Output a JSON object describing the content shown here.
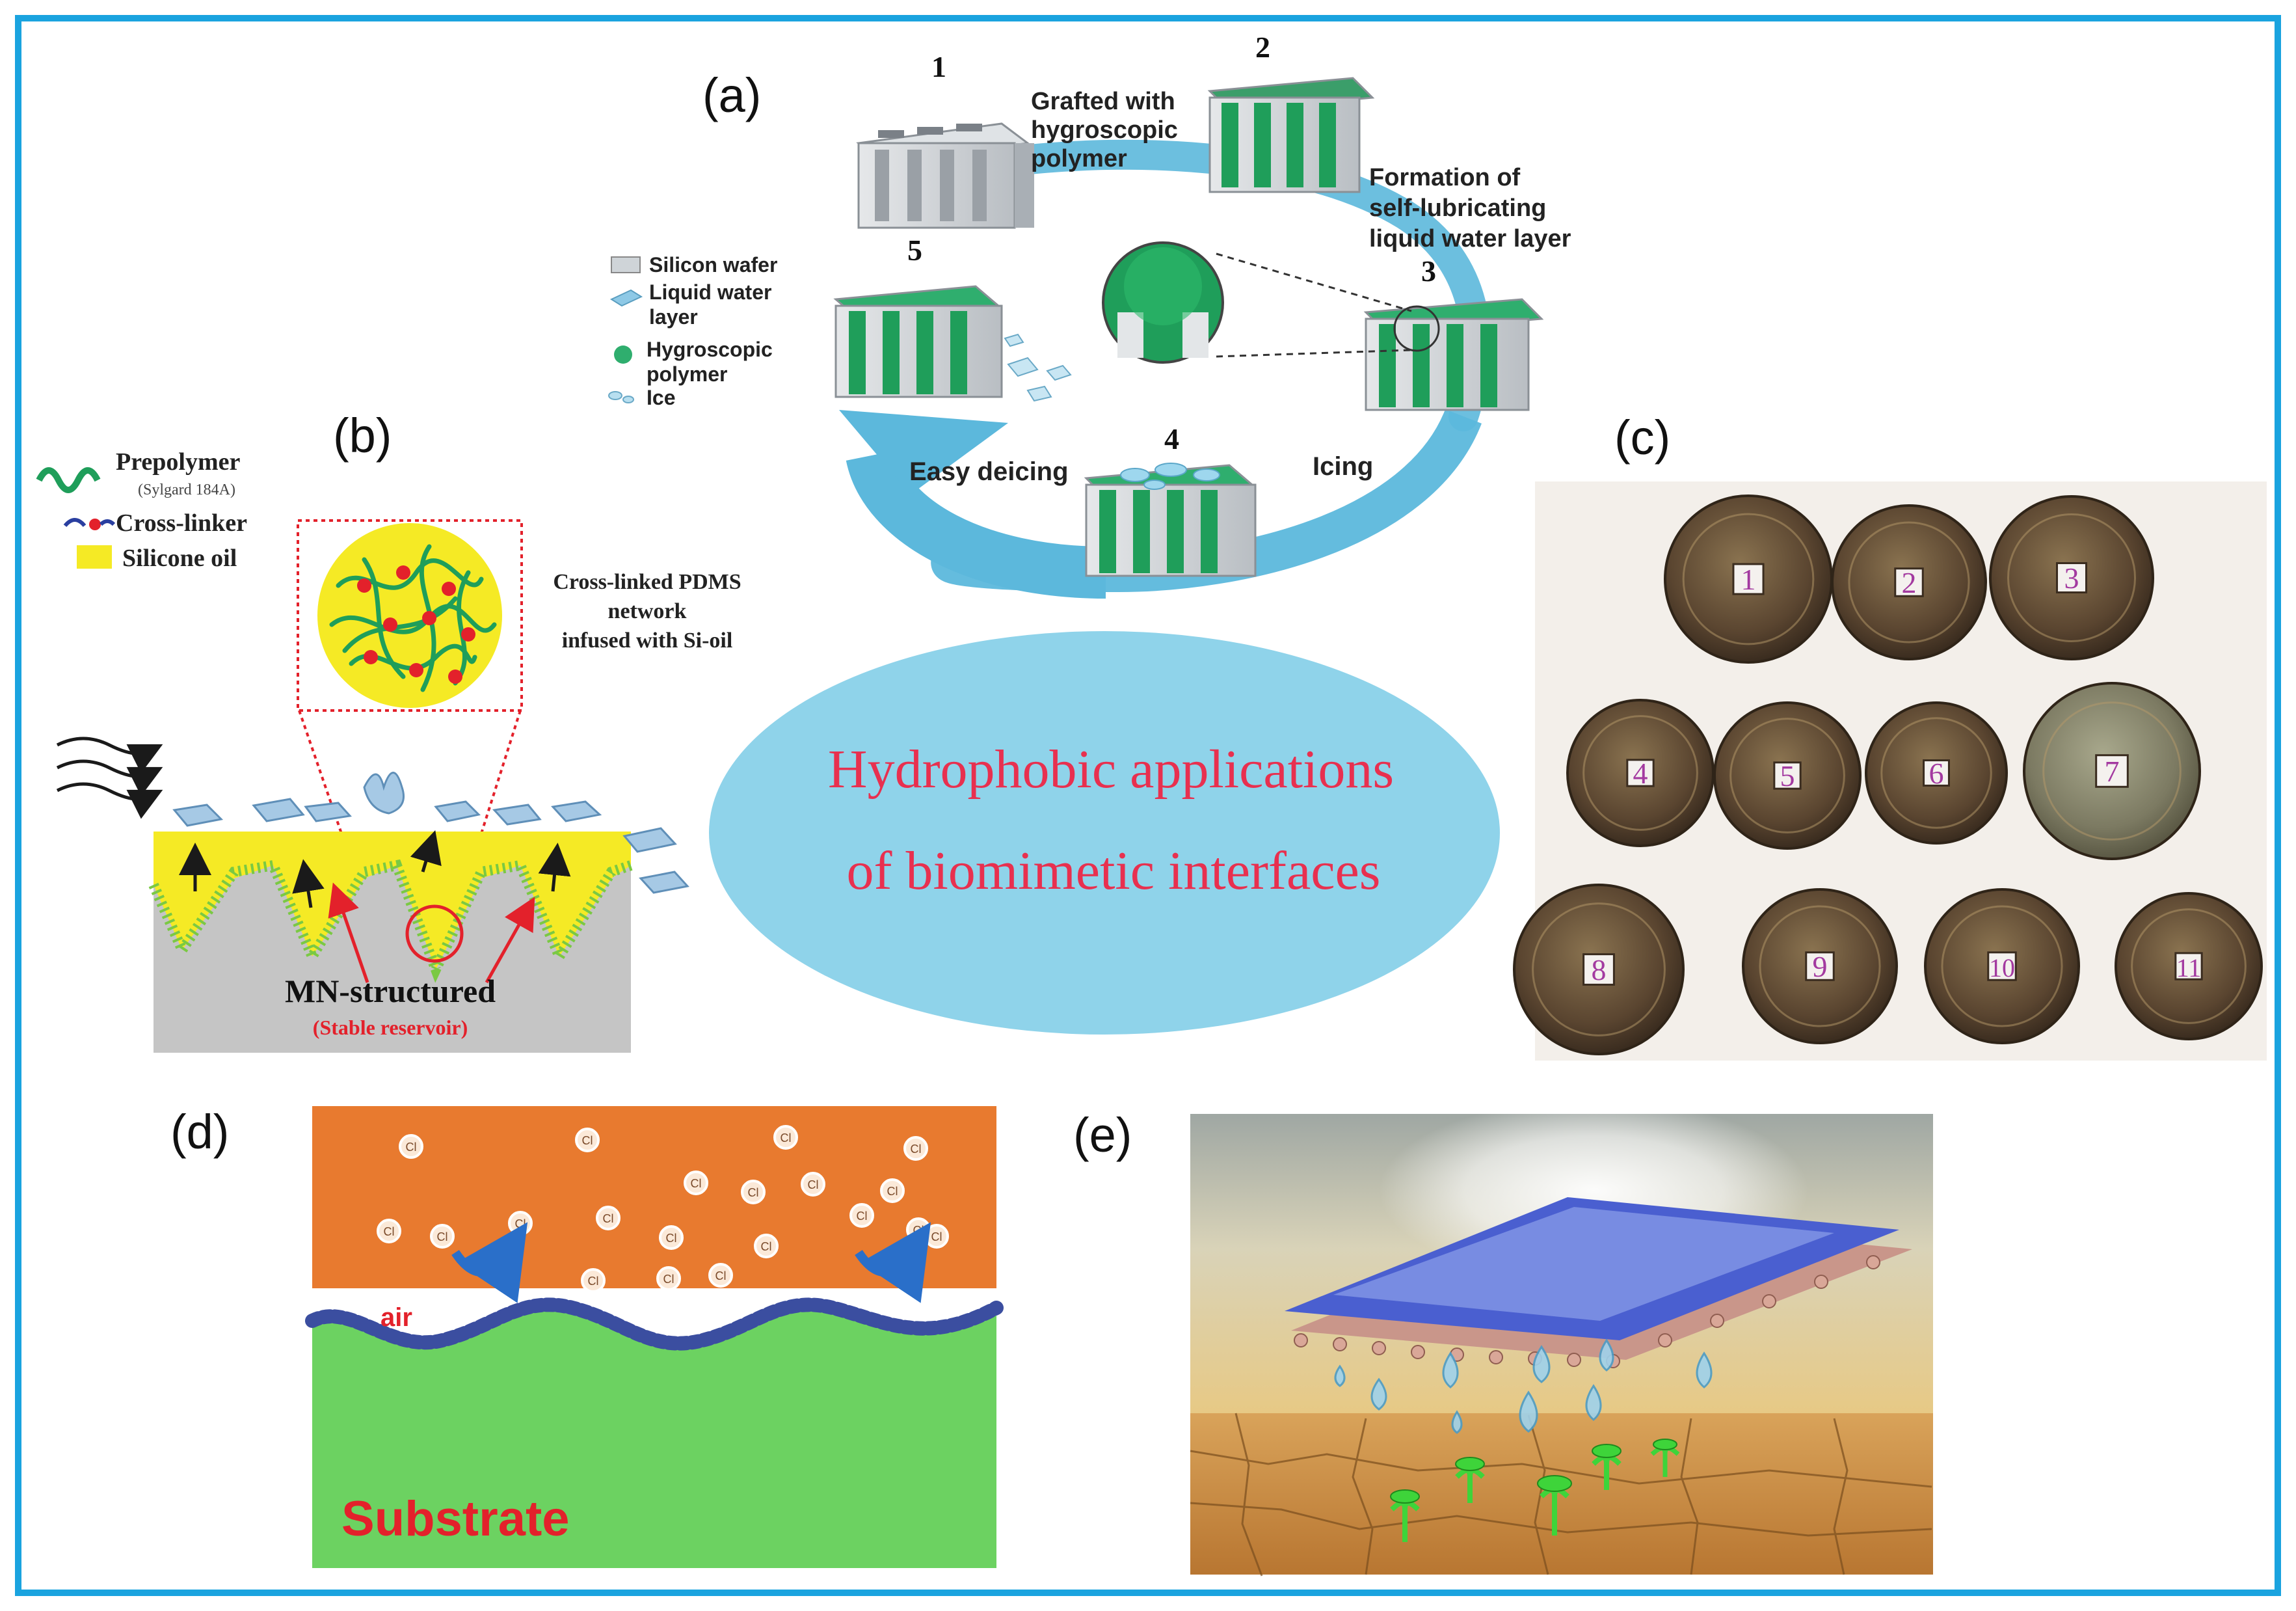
{
  "panel_labels": {
    "a": "(a)",
    "b": "(b)",
    "c": "(c)",
    "d": "(d)",
    "e": "(e)"
  },
  "center": {
    "line1": "Hydrophobic applications",
    "line2": "of biomimetic interfaces"
  },
  "panel_a": {
    "steps": [
      "1",
      "2",
      "3",
      "4",
      "5"
    ],
    "grafted": [
      "Grafted with",
      "hygroscopic",
      "polymer"
    ],
    "formation": [
      "Formation of",
      "self-lubricating",
      "liquid water layer"
    ],
    "icing": "Icing",
    "deicing": "Easy deicing",
    "legend": {
      "silicon": "Silicon wafer",
      "water": [
        "Liquid water",
        "layer"
      ],
      "polymer": [
        "Hygroscopic",
        "polymer"
      ],
      "ice": "Ice"
    }
  },
  "panel_b": {
    "legend": {
      "prepolymer": "Prepolymer",
      "sylgard": "(Sylgard 184A)",
      "crosslinker": "Cross-linker",
      "oil": "Silicone oil"
    },
    "network": [
      "Cross-linked PDMS",
      "network",
      "infused with Si-oil"
    ],
    "mn": "MN-structured",
    "stable": "(Stable reservoir)"
  },
  "panel_c": {
    "coins": [
      "1",
      "2",
      "3",
      "4",
      "5",
      "6",
      "7",
      "8",
      "9",
      "10",
      "11"
    ]
  },
  "panel_d": {
    "ion": "Cl",
    "air": "air",
    "substrate": "Substrate"
  },
  "colors": {
    "frame": "#1aa3df",
    "ellipse": "#8fd3ea",
    "center_text": "#e8304f",
    "orange": "#e87a2f",
    "green": "#6cd261",
    "arrow": "#5cb8dc",
    "coin_num": "#a33aa0"
  }
}
